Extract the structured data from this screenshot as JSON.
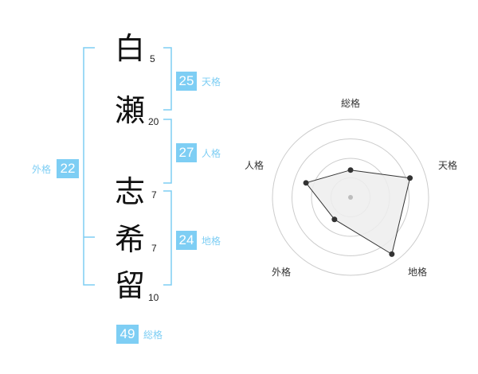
{
  "colors": {
    "accent": "#7ecef4",
    "label": "#7ecef4",
    "text": "#111111",
    "bracket": "#7ecef4",
    "radar_line": "#333333",
    "radar_fill": "#ededed",
    "grid": "#cccccc"
  },
  "name": {
    "chars": [
      {
        "char": "白",
        "strokes": "5"
      },
      {
        "char": "瀬",
        "strokes": "20"
      },
      {
        "char": "志",
        "strokes": "7"
      },
      {
        "char": "希",
        "strokes": "7"
      },
      {
        "char": "留",
        "strokes": "10"
      }
    ]
  },
  "kaku": {
    "tenkaku": {
      "value": "25",
      "label": "天格"
    },
    "jinkaku": {
      "value": "27",
      "label": "人格"
    },
    "chikaku": {
      "value": "24",
      "label": "地格"
    },
    "gaikaku": {
      "value": "22",
      "label": "外格"
    },
    "soukaku": {
      "value": "49",
      "label": "総格"
    }
  },
  "chart_data": {
    "type": "radar",
    "axes": [
      "総格",
      "天格",
      "地格",
      "外格",
      "人格"
    ],
    "values": [
      0.35,
      0.8,
      0.9,
      0.35,
      0.6
    ],
    "max": 1,
    "rings": 4,
    "grid": true
  }
}
